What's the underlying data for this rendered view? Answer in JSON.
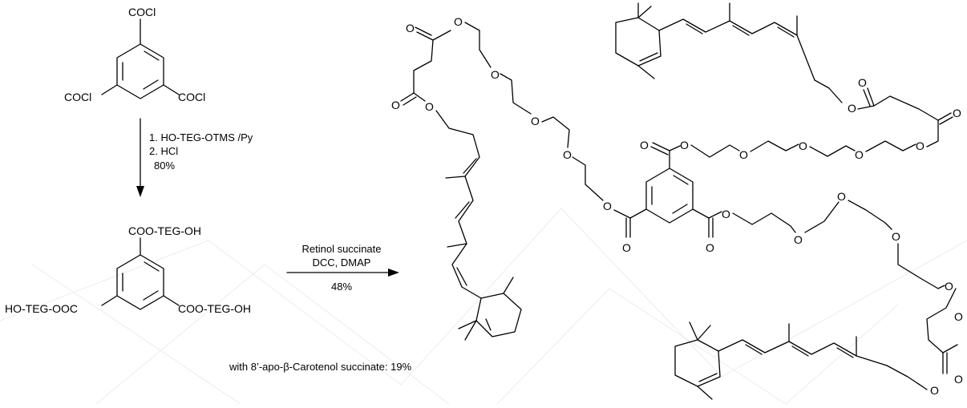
{
  "reagent": {
    "substituent": "COCl",
    "steps": [
      "1. HO-TEG-OTMS /Py",
      "2. HCl"
    ],
    "yield": "80%"
  },
  "intermediate": {
    "substituent": "COO-TEG-OH",
    "substituent_left": "HO-TEG-OOC"
  },
  "coupling": {
    "reagents": [
      "Retinol succinate",
      "DCC, DMAP"
    ],
    "yield": "48%"
  },
  "note": "with 8’-apo-β-Carotenol succinate: 19%",
  "atoms": {
    "oxygen": "O"
  },
  "colors": {
    "ink": "#000000",
    "background_lines": "#ececec"
  }
}
